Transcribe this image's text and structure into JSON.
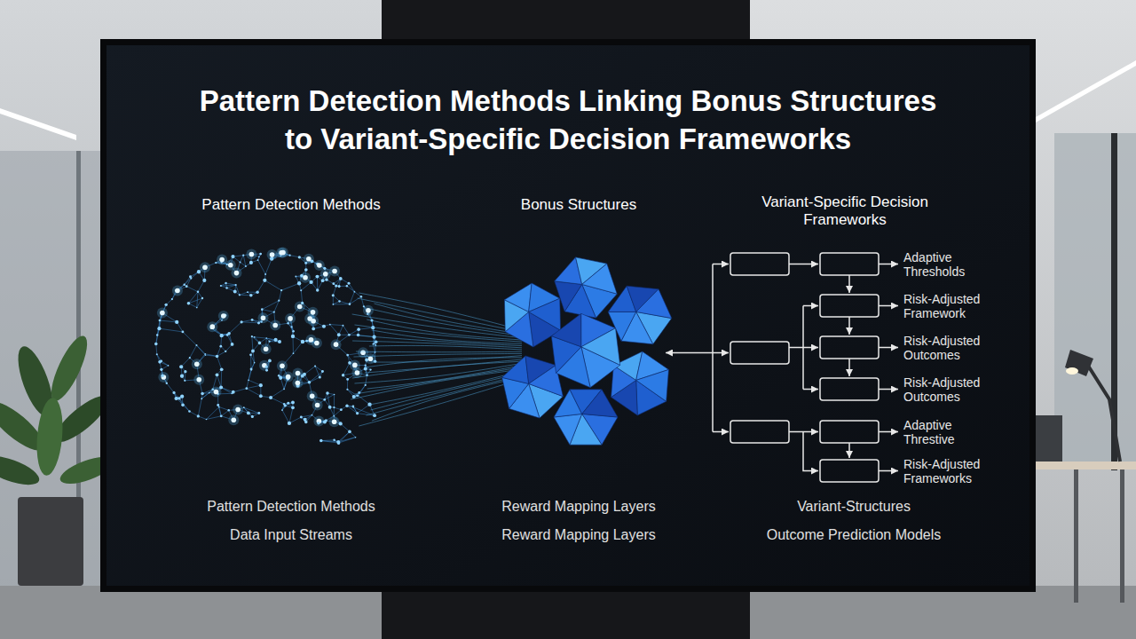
{
  "diagram": {
    "title": "Pattern Detection Methods Linking Bonus Structures to Variant-Specific Decision Frameworks",
    "labels": [
      "Pattern Detection Methods",
      "Bonus Structures",
      "Variant-Specific Decision Frameworks",
      "Adaptive Thresholds",
      "Risk-Adjusted Framework",
      "Risk-Adjusted Outcomes",
      "Risk-Adjusted Outcomes",
      "Adaptive Threstive",
      "Risk-Adjusted Frameworks",
      "Pattern Detection Methods",
      "Data Input Streams",
      "Reward Mapping Layers",
      "Reward Mapping Layers",
      "Variant-Structures",
      "Outcome Prediction Models"
    ]
  }
}
